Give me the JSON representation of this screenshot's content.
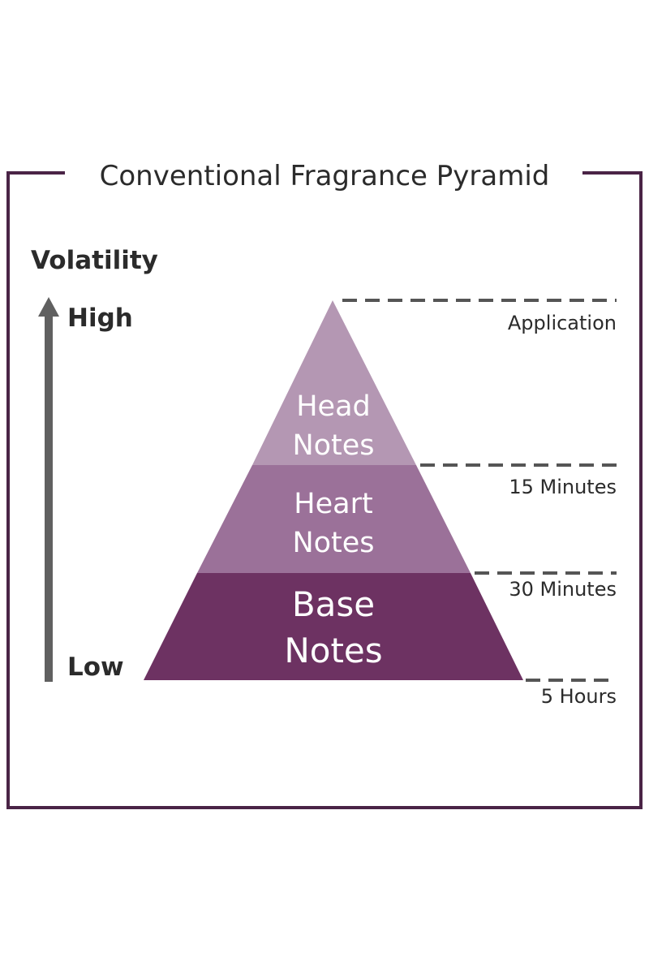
{
  "title": "Conventional Fragrance Pyramid",
  "axis": {
    "label": "Volatility",
    "high_label": "High",
    "low_label": "Low"
  },
  "tiers": [
    {
      "line1": "Head",
      "line2": "Notes",
      "color": "#b497b3"
    },
    {
      "line1": "Heart",
      "line2": "Notes",
      "color": "#9b7199"
    },
    {
      "line1": "Base",
      "line2": "Notes",
      "color": "#6d3262"
    }
  ],
  "time_markers": [
    {
      "label": "Application"
    },
    {
      "label": "15 Minutes"
    },
    {
      "label": "30 Minutes"
    },
    {
      "label": "5 Hours"
    }
  ],
  "colors": {
    "frame": "#4a2446",
    "arrow": "#606060",
    "dash": "#555555",
    "text": "#2b2b2b"
  }
}
